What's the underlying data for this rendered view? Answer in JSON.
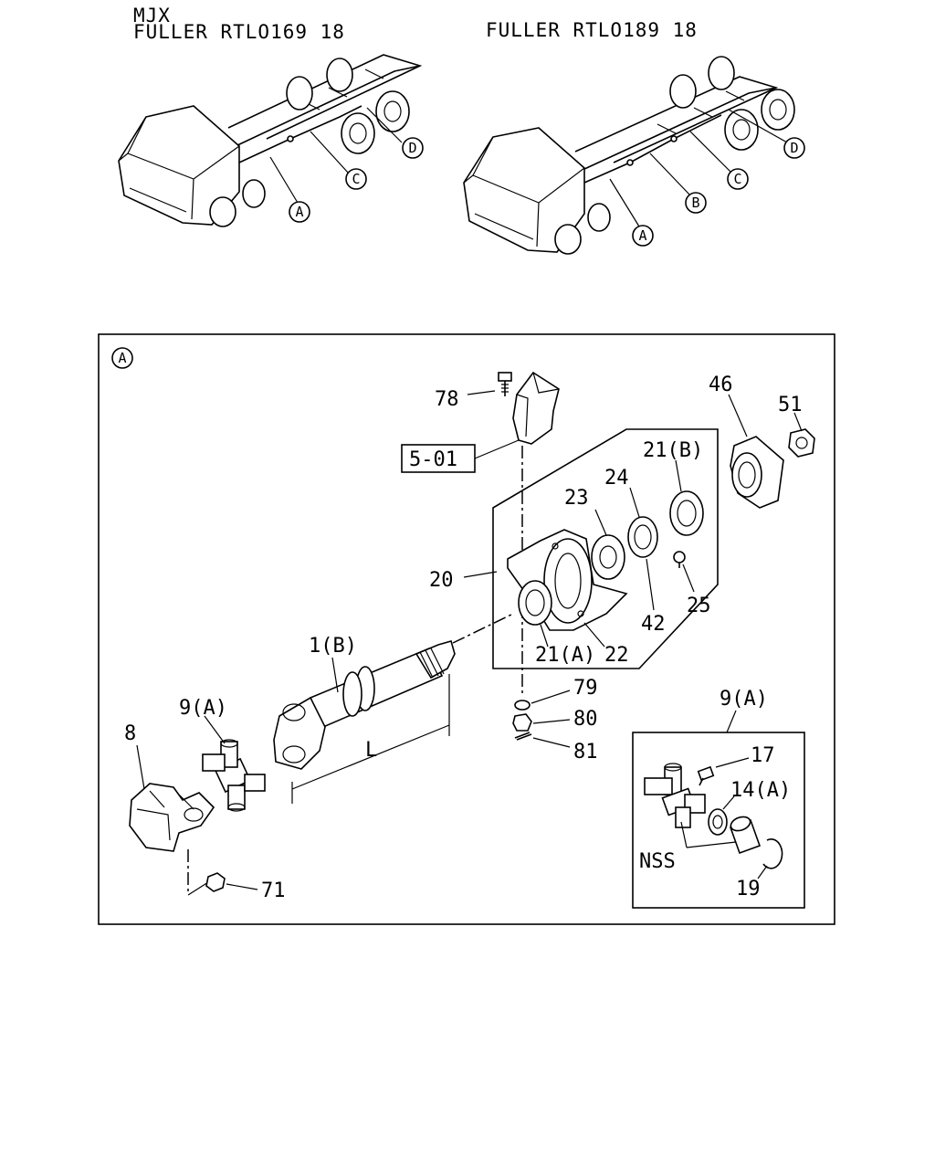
{
  "header": {
    "model": "MJX",
    "left_transmission": "FULLER RTLO169 18",
    "right_transmission": "FULLER RTLO189 18"
  },
  "left_truck_callouts": [
    "A",
    "C",
    "D"
  ],
  "right_truck_callouts": [
    "A",
    "B",
    "C",
    "D"
  ],
  "detail": {
    "section_id": "A",
    "labels": {
      "p78": "78",
      "ref_501": "5-01",
      "p46": "46",
      "p51": "51",
      "p21b": "21(B)",
      "p24": "24",
      "p23": "23",
      "p20": "20",
      "p25": "25",
      "p42": "42",
      "p21a": "21(A)",
      "p22": "22",
      "p1b": "1(B)",
      "p79": "79",
      "p80": "80",
      "p81": "81",
      "p9a": "9(A)",
      "p8": "8",
      "dim_l": "L",
      "p71": "71",
      "inset_title": "9(A)",
      "p17": "17",
      "p14a": "14(A)",
      "nss": "NSS",
      "p19": "19"
    }
  }
}
